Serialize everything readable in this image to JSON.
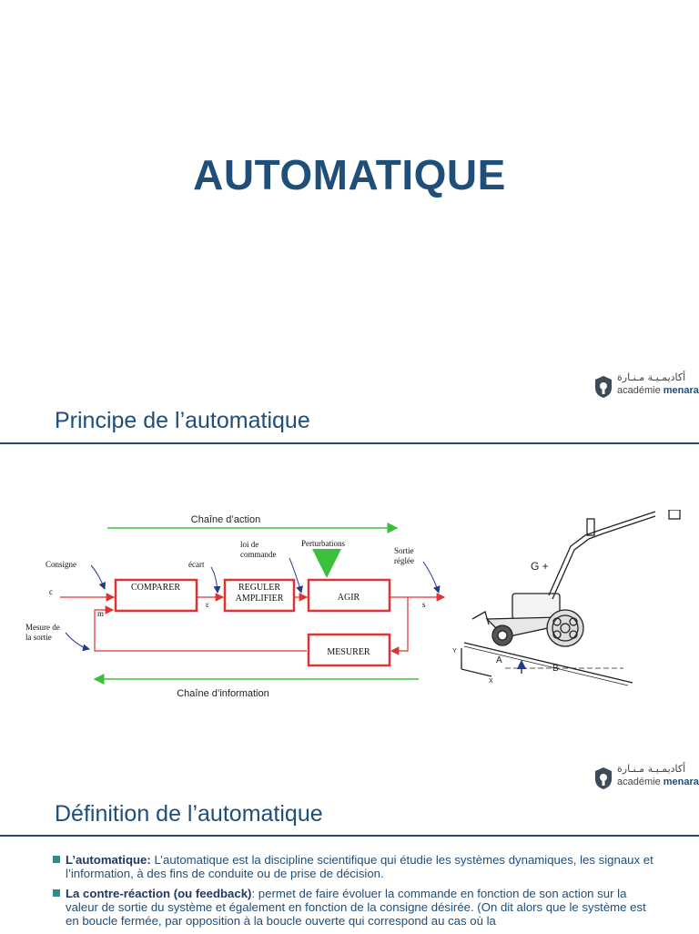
{
  "slide1": {
    "title": "AUTOMATIQUE"
  },
  "logo": {
    "arabic": "أكاديمـيـة مـنـارة",
    "latin_prefix": "académie",
    "latin_brand": "menara"
  },
  "slide2": {
    "title": "Principe de l’automatique",
    "diagram": {
      "chain_action": "Chaîne d’action",
      "chain_info": "Chaîne d’information",
      "consigne": "Consigne",
      "c": "c",
      "mesure_line1": "Mesure de",
      "mesure_line2": "la sortie",
      "m": "m",
      "comparer": "COMPARER",
      "ecart": "écart",
      "epsilon": "ε",
      "reguler1": "REGULER",
      "reguler2": "AMPLIFIER",
      "loi1": "loi de",
      "loi2": "commande",
      "perturbations": "Perturbations",
      "agir": "AGIR",
      "sortie1": "Sortie",
      "sortie2": "réglée",
      "s": "s",
      "mesurer": "MESURER"
    },
    "machine": {
      "g_label": "G +",
      "a_label": "A",
      "b_label": "B",
      "y_label": "Y",
      "x_label": "X"
    }
  },
  "slide3": {
    "title": "Définition de l’automatique",
    "items": [
      {
        "term": "L’automatique:",
        "text": " L’automatique est la discipline scientifique qui étudie les systèmes dynamiques, les signaux et l’information, à des fins de conduite ou de prise de décision."
      },
      {
        "term": "La contre-réaction (ou feedback)",
        "text": ": permet de faire évoluer la commande en fonction de son action sur la valeur de sortie du système et également en fonction de la consigne désirée. (On dit alors que le système est en boucle fermée, par opposition à la boucle ouverte qui correspond au cas où la"
      }
    ]
  }
}
